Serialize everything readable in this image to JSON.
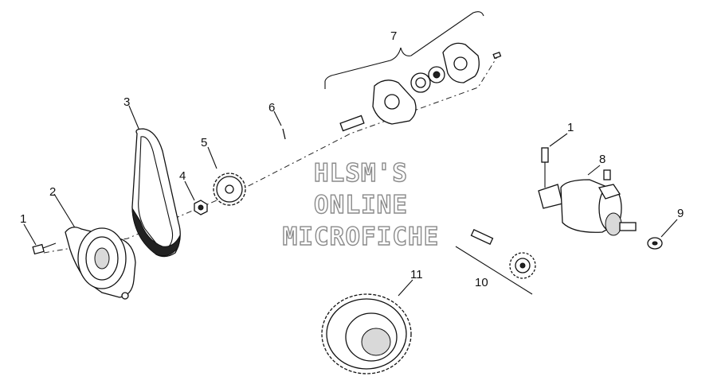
{
  "watermark": {
    "line1": "HLSM'S",
    "line2": "ONLINE",
    "line3": "MICROFICHE"
  },
  "callouts": {
    "c1a": "1",
    "c1b": "1",
    "c2": "2",
    "c3": "3",
    "c4": "4",
    "c5": "5",
    "c6": "6",
    "c7": "7",
    "c8": "8",
    "c9": "9",
    "c10": "10",
    "c11": "11"
  },
  "colors": {
    "line": "#111111",
    "watermark_outline": "#8a8a8a",
    "background": "#ffffff"
  }
}
